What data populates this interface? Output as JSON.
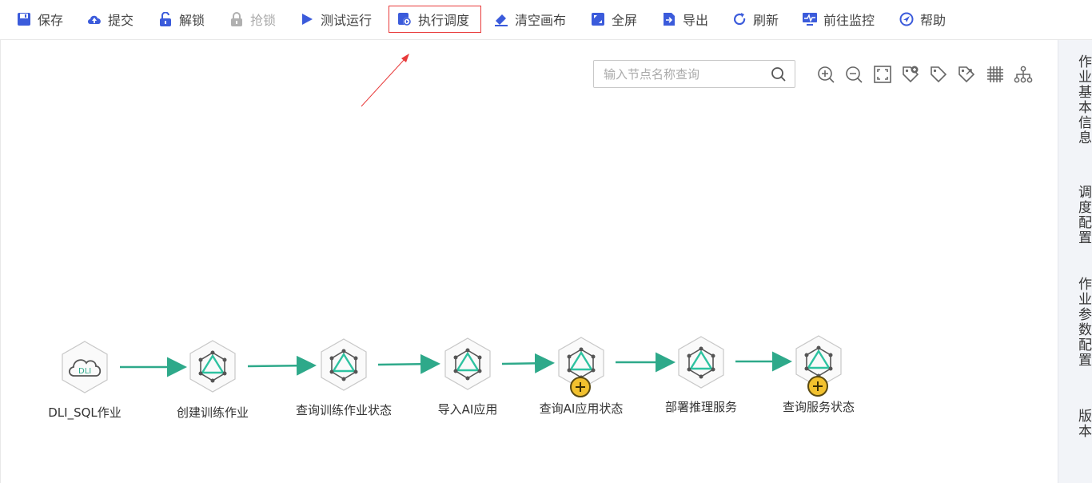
{
  "toolbar": {
    "items": [
      {
        "label": "保存",
        "icon": "save-icon"
      },
      {
        "label": "提交",
        "icon": "upload-cloud-icon"
      },
      {
        "label": "解锁",
        "icon": "unlock-icon"
      },
      {
        "label": "抢锁",
        "icon": "lock-icon"
      },
      {
        "label": "测试运行",
        "icon": "play-icon"
      },
      {
        "label": "执行调度",
        "icon": "schedule-icon"
      },
      {
        "label": "清空画布",
        "icon": "eraser-icon"
      },
      {
        "label": "全屏",
        "icon": "fullscreen-icon"
      },
      {
        "label": "导出",
        "icon": "export-icon"
      },
      {
        "label": "刷新",
        "icon": "refresh-icon"
      },
      {
        "label": "前往监控",
        "icon": "monitor-icon"
      },
      {
        "label": "帮助",
        "icon": "help-icon"
      }
    ]
  },
  "search": {
    "placeholder": "输入节点名称查询",
    "value": ""
  },
  "canvas_tools": [
    "zoom-in-icon",
    "zoom-out-icon",
    "fit-screen-icon",
    "tag-add-icon",
    "tag-icon",
    "tag-link-icon",
    "grid-icon",
    "hierarchy-icon"
  ],
  "sidebar": {
    "tabs": [
      "作业基本信息",
      "调度配置",
      "作业参数配置",
      "版本"
    ]
  },
  "nodes": [
    {
      "label": "DLI_SQL作业",
      "icon": "dli-cloud-icon"
    },
    {
      "label": "创建训练作业",
      "icon": "modelarts-icon"
    },
    {
      "label": "查询训练作业状态",
      "icon": "modelarts-icon"
    },
    {
      "label": "导入AI应用",
      "icon": "modelarts-icon"
    },
    {
      "label": "查询AI应用状态",
      "icon": "modelarts-icon"
    },
    {
      "label": "部署推理服务",
      "icon": "modelarts-icon"
    },
    {
      "label": "查询服务状态",
      "icon": "modelarts-icon"
    }
  ],
  "dli_badge_text": "DLI",
  "colors": {
    "accent": "#3b5bdb",
    "edge": "#2ea98a",
    "highlight": "#e83a3a",
    "badge": "#f2c12e"
  }
}
